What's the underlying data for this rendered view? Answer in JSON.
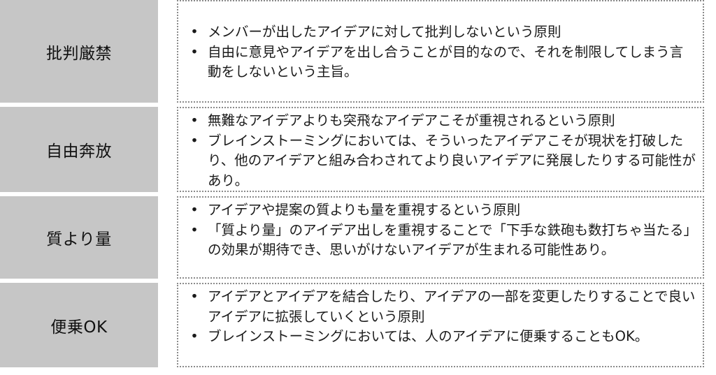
{
  "principles": [
    {
      "label": "批判厳禁",
      "bullets": [
        "メンバーが出したアイデアに対して批判しないという原則",
        "自由に意見やアイデアを出し合うことが目的なので、それを制限してしまう言動をしないという主旨。"
      ]
    },
    {
      "label": "自由奔放",
      "bullets": [
        "無難なアイデアよりも突飛なアイデアこそが重視されるという原則",
        "ブレインストーミングにおいては、そういったアイデアこそが現状を打破したり、他のアイデアと組み合わされてより良いアイデアに発展したりする可能性があり。"
      ]
    },
    {
      "label": "質より量",
      "bullets": [
        "アイデアや提案の質よりも量を重視するという原則",
        "「質より量」のアイデア出しを重視することで「下手な鉄砲も数打ちゃ当たる」の効果が期待でき、思いがけないアイデアが生まれる可能性あり。"
      ]
    },
    {
      "label": "便乗OK",
      "bullets": [
        "アイデアとアイデアを結合したり、アイデアの一部を変更したりすることで良いアイデアに拡張していくという原則",
        "ブレインストーミングにおいては、人のアイデアに便乗することもOK。"
      ]
    }
  ],
  "bullet_symbol": "•",
  "colors": {
    "label_background": "#c6c6c6",
    "border": "#8a8a8a",
    "text": "#1a1a1a"
  }
}
